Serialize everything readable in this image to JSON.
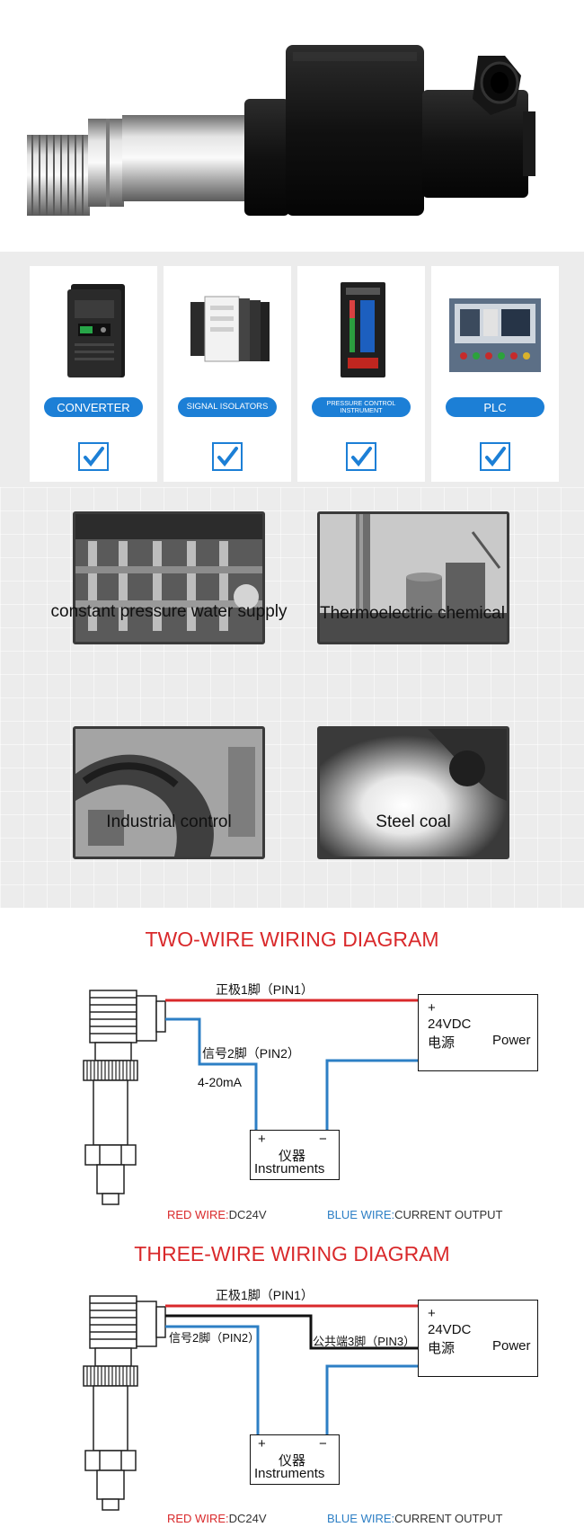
{
  "applications": [
    {
      "label": "CONVERTER",
      "icon": "inverter-device-icon"
    },
    {
      "label": "SIGNAL ISOLATORS",
      "icon": "isolator-module-icon"
    },
    {
      "label": "PRESSURE CONTROL INSTRUMENT",
      "icon": "control-instrument-icon"
    },
    {
      "label": "PLC",
      "icon": "plc-panel-icon"
    }
  ],
  "industries": [
    {
      "caption": "constant pressure water supply"
    },
    {
      "caption": "Thermoelectric chemical"
    },
    {
      "caption": "Industrial control"
    },
    {
      "caption": "Steel coal"
    }
  ],
  "two_wire": {
    "title": "TWO-WIRE WIRING DIAGRAM",
    "pin1": "正极1脚（PIN1）",
    "pin2": "信号2脚（PIN2）",
    "signal": "4-20mA",
    "power_plus": "+",
    "power_voltage": "24VDC",
    "power_cn": "电源",
    "power_en": "Power",
    "inst_plus": "+",
    "inst_minus": "−",
    "inst_cn": "仪器",
    "inst_en": "Instruments",
    "red_label": "RED WIRE:",
    "red_value": "DC24V",
    "blue_label": "BLUE WIRE:",
    "blue_value": "CURRENT OUTPUT"
  },
  "three_wire": {
    "title": "THREE-WIRE WIRING DIAGRAM",
    "pin1": "正极1脚（PIN1）",
    "pin2": "信号2脚（PIN2）",
    "pin3": "公共端3脚（PIN3）",
    "power_plus": "+",
    "power_voltage": "24VDC",
    "power_cn": "电源",
    "power_en": "Power",
    "inst_plus": "+",
    "inst_minus": "−",
    "inst_cn": "仪器",
    "inst_en": "Instruments",
    "red_label": "RED WIRE:",
    "red_value": "DC24V",
    "blue_label": "BLUE WIRE:",
    "blue_value": "CURRENT OUTPUT"
  },
  "colors": {
    "accent_blue": "#1c7fd6",
    "title_red": "#d9292b",
    "wire_red": "#d9292b",
    "wire_blue": "#2d7fc5"
  }
}
